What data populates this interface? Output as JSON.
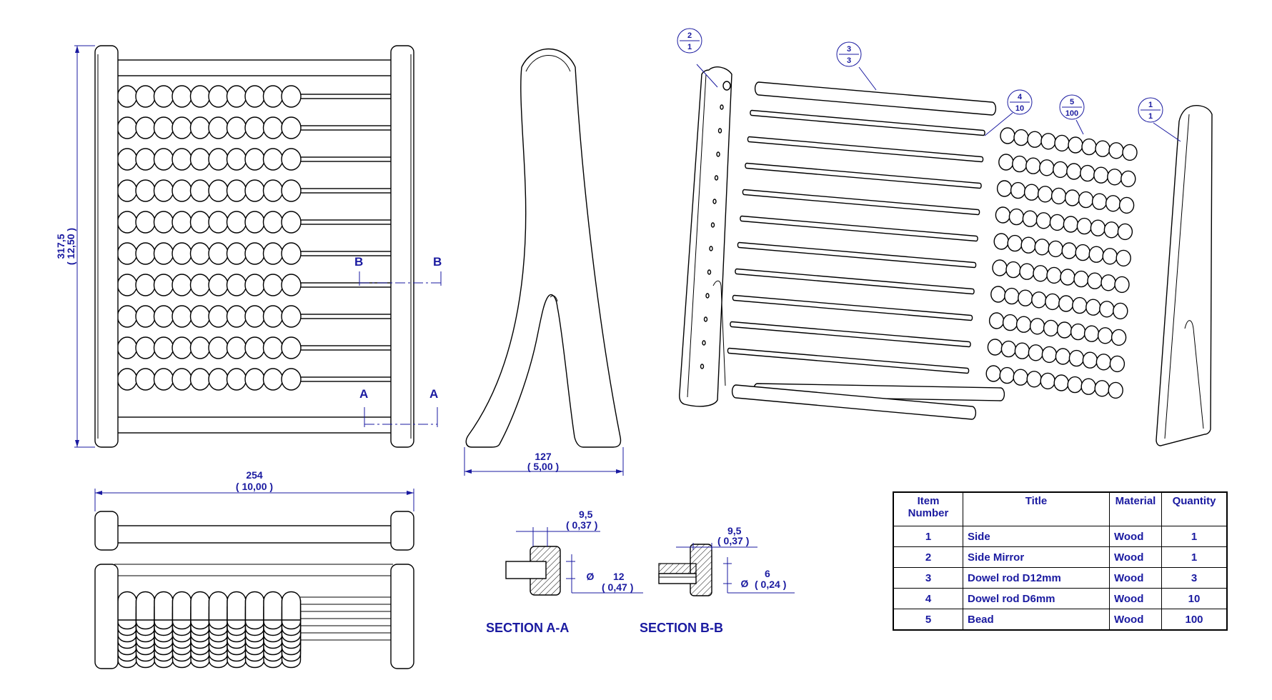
{
  "dimensions": {
    "height_mm": "317,5",
    "height_in": "( 12,50 )",
    "width_mm": "254",
    "width_in": "( 10,00 )",
    "foot_mm": "127",
    "foot_in": "( 5,00 )"
  },
  "section_markers": {
    "a": "A",
    "b": "B"
  },
  "section_a": {
    "title": "SECTION A-A",
    "thick_mm": "9,5",
    "thick_in": "( 0,37 )",
    "dia_mm": "12",
    "dia_in": "( 0,47 )",
    "dia_symbol": "Ø"
  },
  "section_b": {
    "title": "SECTION B-B",
    "thick_mm": "9,5",
    "thick_in": "( 0,37 )",
    "dia_mm": "6",
    "dia_in": "( 0,24 )",
    "dia_symbol": "Ø"
  },
  "balloons": [
    {
      "item": "2",
      "qty": "1"
    },
    {
      "item": "3",
      "qty": "3"
    },
    {
      "item": "4",
      "qty": "10"
    },
    {
      "item": "5",
      "qty": "100"
    },
    {
      "item": "1",
      "qty": "1"
    }
  ],
  "bom": {
    "headers": [
      "Item Number",
      "Title",
      "Material",
      "Quantity"
    ],
    "rows": [
      [
        "1",
        "Side",
        "Wood",
        "1"
      ],
      [
        "2",
        "Side Mirror",
        "Wood",
        "1"
      ],
      [
        "3",
        "Dowel rod D12mm",
        "Wood",
        "3"
      ],
      [
        "4",
        "Dowel rod D6mm",
        "Wood",
        "10"
      ],
      [
        "5",
        "Bead",
        "Wood",
        "100"
      ]
    ]
  },
  "colors": {
    "annotation": "#1a1aa0",
    "line": "#000000"
  }
}
